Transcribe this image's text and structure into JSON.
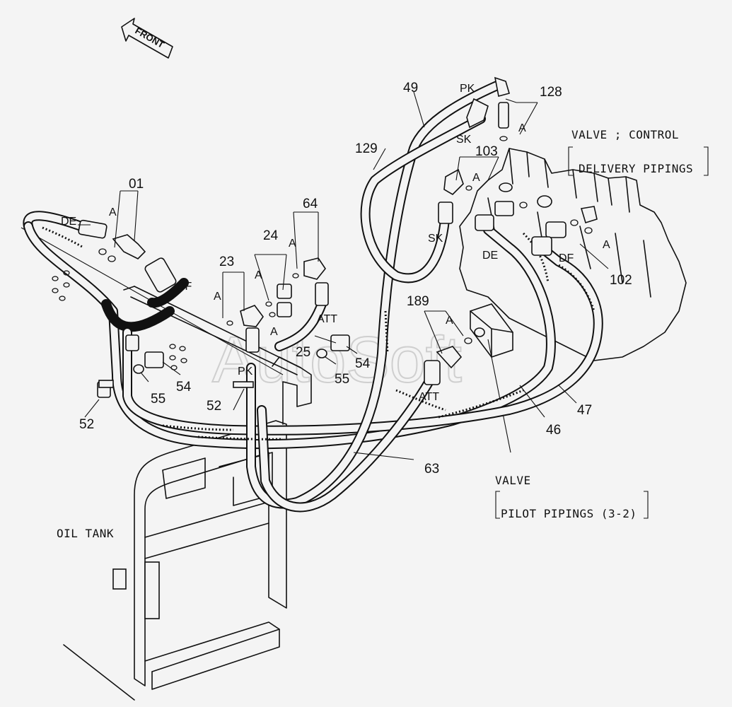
{
  "direction_label": "FRONT",
  "watermark": "AutoSoft",
  "notes": {
    "control_valve_title": "VALVE ; CONTROL",
    "control_valve_sub": "DELIVERY PIPINGS",
    "pilot_valve_title": "VALVE",
    "pilot_valve_sub": "PILOT PIPINGS (3-2)",
    "oil_tank": "OIL TANK"
  },
  "codes": {
    "de_left": "DE",
    "df_left": "DF",
    "pk_top": "PK",
    "sk_top": "SK",
    "sk_mid": "SK",
    "de_right": "DE",
    "df_right": "DF",
    "att_mid": "ATT",
    "att_low": "ATT",
    "pk_low": "PK",
    "a1": "A",
    "a2": "A",
    "a3": "A",
    "a4": "A",
    "a5": "A",
    "a6": "A",
    "a7": "A",
    "a8": "A",
    "a9": "A"
  },
  "callouts": {
    "c01": "01",
    "c23": "23",
    "c24": "24",
    "c64": "64",
    "c49": "49",
    "c128": "128",
    "c129": "129",
    "c103": "103",
    "c102": "102",
    "c189": "189",
    "c25": "25",
    "c55a": "55",
    "c54a": "54",
    "c54b": "54",
    "c55b": "55",
    "c52a": "52",
    "c52b": "52",
    "c46": "46",
    "c47": "47",
    "c63": "63"
  }
}
